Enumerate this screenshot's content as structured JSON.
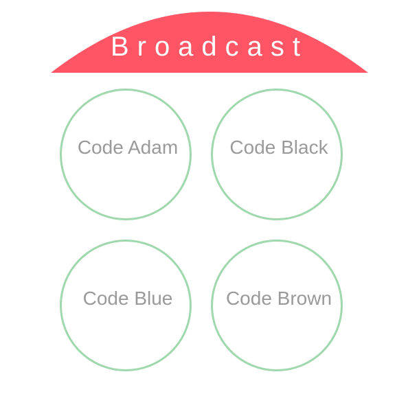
{
  "header": {
    "title": "Broadcast"
  },
  "codes": [
    {
      "label": "Code Adam"
    },
    {
      "label": "Code Black"
    },
    {
      "label": "Code Blue"
    },
    {
      "label": "Code Brown"
    }
  ],
  "colors": {
    "header_background": "#ff5565",
    "header_text": "#ffffff",
    "button_border": "#9fd8ad",
    "button_text": "#9a9a9a",
    "page_background": "#ffffff"
  }
}
